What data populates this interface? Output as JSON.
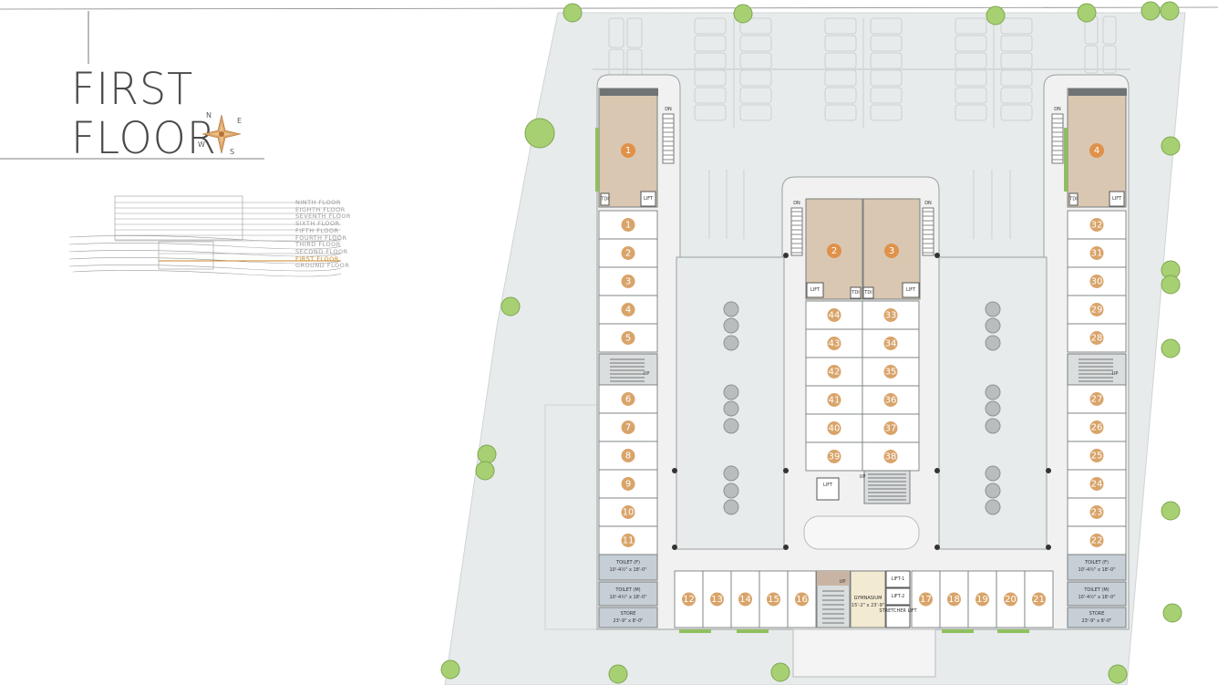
{
  "title": {
    "line1": "FIRST",
    "line2": "FLOOR"
  },
  "compass": {
    "n": "N",
    "e": "E",
    "w": "W",
    "s": "S"
  },
  "floors": [
    "NINTH FLOOR",
    "EIGHTH FLOOR",
    "SEVENTH FLOOR",
    "SIXTH FLOOR",
    "FIFTH FLOOR",
    "FOURTH FLOOR",
    "THIRD FLOOR",
    "SECOND FLOOR",
    "FIRST FLOOR",
    "GROUND FLOOR"
  ],
  "active_floor": "FIRST FLOOR",
  "colors": {
    "large_unit": "#d9c7b2",
    "unit_circle": "#d9a46a",
    "big_circle": "#e0914a",
    "toilet": "#c6ced6",
    "gym": "#f3ead2",
    "stair": "#c9b4a3",
    "tree": "#a7d073",
    "site": "#e6eaea"
  },
  "labels": {
    "lift": "LIFT",
    "tdi": "TDI",
    "dn": "DN",
    "up": "UP",
    "toilet_f": "TOILET (F)",
    "toilet_f_size": "10'-4½\" x 18'-0\"",
    "toilet_m": "TOILET (M)",
    "toilet_m_size": "10'-4½\" x 18'-0\"",
    "store": "STORE",
    "store_size": "23'-9\" x 8'-0\"",
    "gym": "GYMNASIUM",
    "gym_size": "15'-2\" x 23'-9\"",
    "lift1": "LIFT-1",
    "lift2": "LIFT-2",
    "stretcher": "STRETCHER LIFT"
  },
  "large_units": [
    "1",
    "2",
    "3",
    "4"
  ],
  "left_wing_units": [
    "1",
    "2",
    "3",
    "4",
    "5",
    "6",
    "7",
    "8",
    "9",
    "10",
    "11"
  ],
  "right_wing_units": [
    "32",
    "31",
    "30",
    "29",
    "28",
    "27",
    "26",
    "25",
    "24",
    "23",
    "22"
  ],
  "center_left_units": [
    "44",
    "43",
    "42",
    "41",
    "40",
    "39"
  ],
  "center_right_units": [
    "33",
    "34",
    "35",
    "36",
    "37",
    "38"
  ],
  "bottom_left_units": [
    "12",
    "13",
    "14",
    "15",
    "16"
  ],
  "bottom_right_units": [
    "17",
    "18",
    "19",
    "20",
    "21"
  ]
}
